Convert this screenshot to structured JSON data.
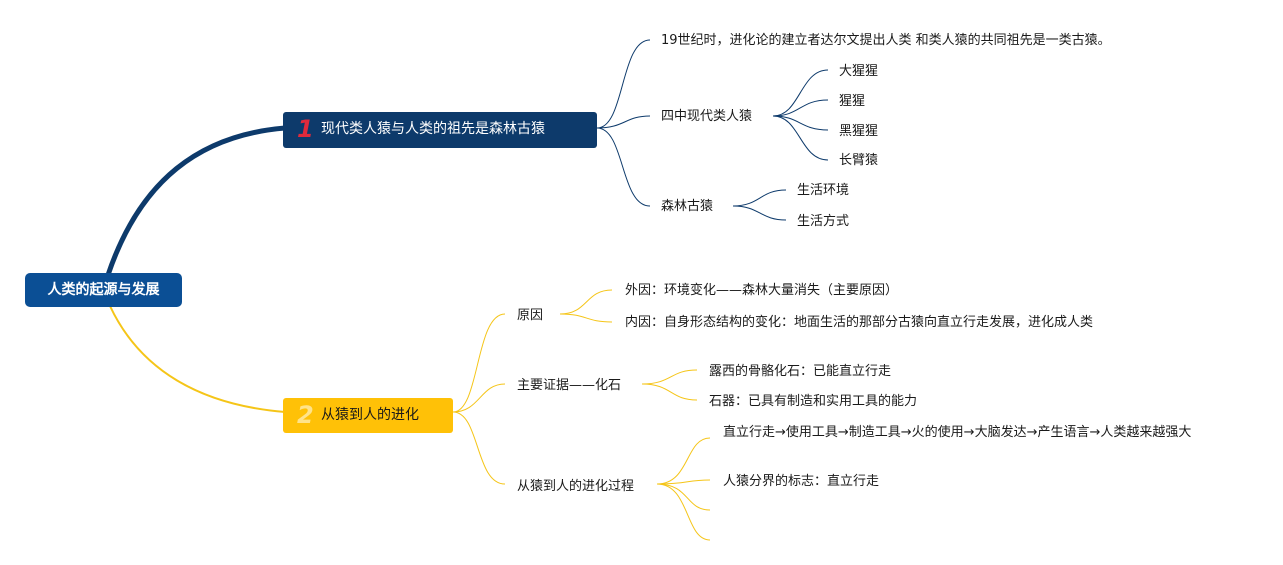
{
  "root": {
    "label": "人类的起源与发展"
  },
  "branches": [
    {
      "number": "1",
      "label": "现代类人猿与人类的祖先是森林古猿",
      "color": "#0d3a6b",
      "children": [
        {
          "label": "19世纪时，进化论的建立者达尔文提出人类 和类人猿的共同祖先是一类古猿。"
        },
        {
          "label": "四中现代类人猿",
          "children": [
            {
              "label": "大猩猩"
            },
            {
              "label": "猩猩"
            },
            {
              "label": "黑猩猩"
            },
            {
              "label": "长臂猿"
            }
          ]
        },
        {
          "label": "森林古猿",
          "children": [
            {
              "label": "生活环境"
            },
            {
              "label": "生活方式"
            }
          ]
        }
      ]
    },
    {
      "number": "2",
      "label": "从猿到人的进化",
      "color": "#ffc107",
      "children": [
        {
          "label": "原因",
          "children": [
            {
              "label": "外因：环境变化——森林大量消失（主要原因）"
            },
            {
              "label": "内因：自身形态结构的变化：地面生活的那部分古猿向直立行走发展，进化成人类"
            }
          ]
        },
        {
          "label": "主要证据——化石",
          "children": [
            {
              "label": "露西的骨骼化石：已能直立行走"
            },
            {
              "label": "石器：已具有制造和实用工具的能力"
            }
          ]
        },
        {
          "label": "从猿到人的进化过程",
          "children": [
            {
              "label": "直立行走→使用工具→制造工具→火的使用→大脑发达→产生语言→人类越来越强大"
            },
            {
              "label": "人猿分界的标志：直立行走"
            },
            {
              "label": ""
            },
            {
              "label": ""
            }
          ]
        }
      ]
    }
  ]
}
